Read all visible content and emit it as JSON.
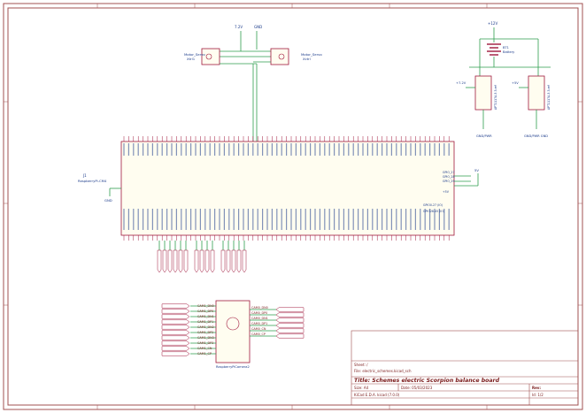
{
  "power": {
    "v72": "7.2V",
    "gnd": "GND",
    "v12": "+12V",
    "v5": "+5V"
  },
  "motors": {
    "left_name": "Motor_Servo",
    "left_ref": "Xtrl1",
    "right_name": "Motor_Servo",
    "right_ref": "Xctrl"
  },
  "battery": {
    "ref": "BT1",
    "name": "Battery"
  },
  "regulators": {
    "left_val": "+7.2V",
    "right_val": "+5V",
    "left_part": "APT1117A-3.3-ref",
    "right_part": "APT1117A-3.3-ref",
    "left_gnd": "GND/PWR",
    "right_gnd": "GND/PWR GND"
  },
  "rpi": {
    "ref": "J1",
    "name": "RaspberryPi-CM4",
    "left_gnd": "GND",
    "right_pins": [
      "GPIO_27",
      "GPIO_28",
      "GPIO_29",
      "+5V"
    ],
    "right_v": "5V",
    "gpio_label": "GPIO0-27 (IO)",
    "gpio_label2": "GPIO28-45 (IO)"
  },
  "camera": {
    "name": "RaspberryPiCamera2",
    "left_labels": [
      "CAM1_DN0",
      "CAM1_DP0",
      "CAM1_DN1",
      "CAM1_DP1",
      "CAM1_DN2",
      "CAM1_DP2",
      "CAM1_DN3",
      "CAM1_DP3",
      "CAM1_CN",
      "CAM1_CP"
    ],
    "right_labels": [
      "CAM0_DN0",
      "CAM0_DP0",
      "CAM0_DN1",
      "CAM0_DP1",
      "CAM0_CN",
      "CAM0_CP"
    ]
  },
  "title_block": {
    "sheet": "Sheet: /",
    "file": "File: electric_schemes.kicad_sch",
    "title": "Title: Schemes electric Scorpion balance board",
    "size": "Size: A4",
    "date": "Date: 05/03/2023",
    "rev": "Rev:",
    "kicad": "KiCad E.D.A.  kicad (7.0.0)",
    "id": "Id: 1/2"
  }
}
